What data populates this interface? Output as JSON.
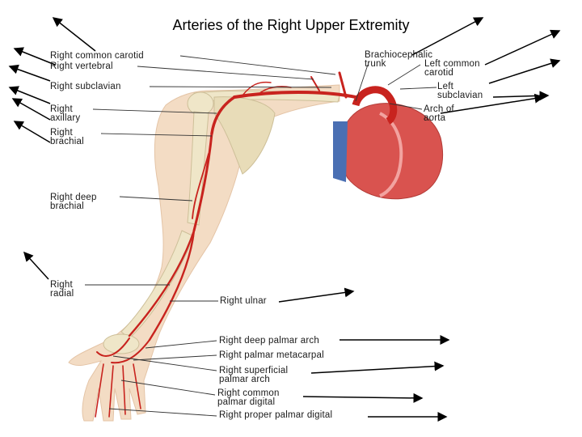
{
  "title": "Arteries of the Right Upper Extremity",
  "labels": {
    "right_common_carotid": "Right common carotid",
    "right_vertebral": "Right vertebral",
    "right_subclavian": "Right subclavian",
    "right_axillary": "Right\naxillary",
    "right_brachial": "Right\nbrachial",
    "right_deep_brachial": "Right deep\nbrachial",
    "right_radial": "Right\nradial",
    "brachiocephalic_trunk": "Brachiocephalic\ntrunk",
    "left_common_carotid": "Left common\ncarotid",
    "left_subclavian": "Left\nsubclavian",
    "arch_of_aorta": "Arch of\naorta",
    "right_ulnar": "Right ulnar",
    "right_deep_palmar_arch": "Right deep palmar arch",
    "right_palmar_metacarpal": "Right palmar metacarpal",
    "right_superficial_palmar_arch": "Right superficial\npalmar arch",
    "right_common_palmar_digital": "Right common\npalmar digital",
    "right_proper_palmar_digital": "Right proper palmar digital"
  },
  "colors": {
    "artery": "#c8231e",
    "heart": "#d9534f",
    "vein": "#4a6fb3",
    "skin": "#f3dcc4",
    "bone": "#efe6c8",
    "arrow": "#000000"
  }
}
